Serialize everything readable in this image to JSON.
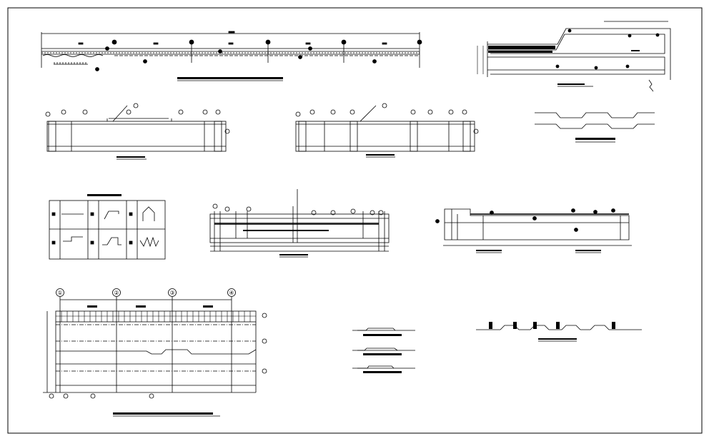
{
  "drawing": {
    "background": "#ffffff",
    "line_color": "#000000",
    "grid_axes": [
      {
        "label": "①"
      },
      {
        "label": "②"
      },
      {
        "label": "③"
      },
      {
        "label": "④"
      }
    ]
  }
}
